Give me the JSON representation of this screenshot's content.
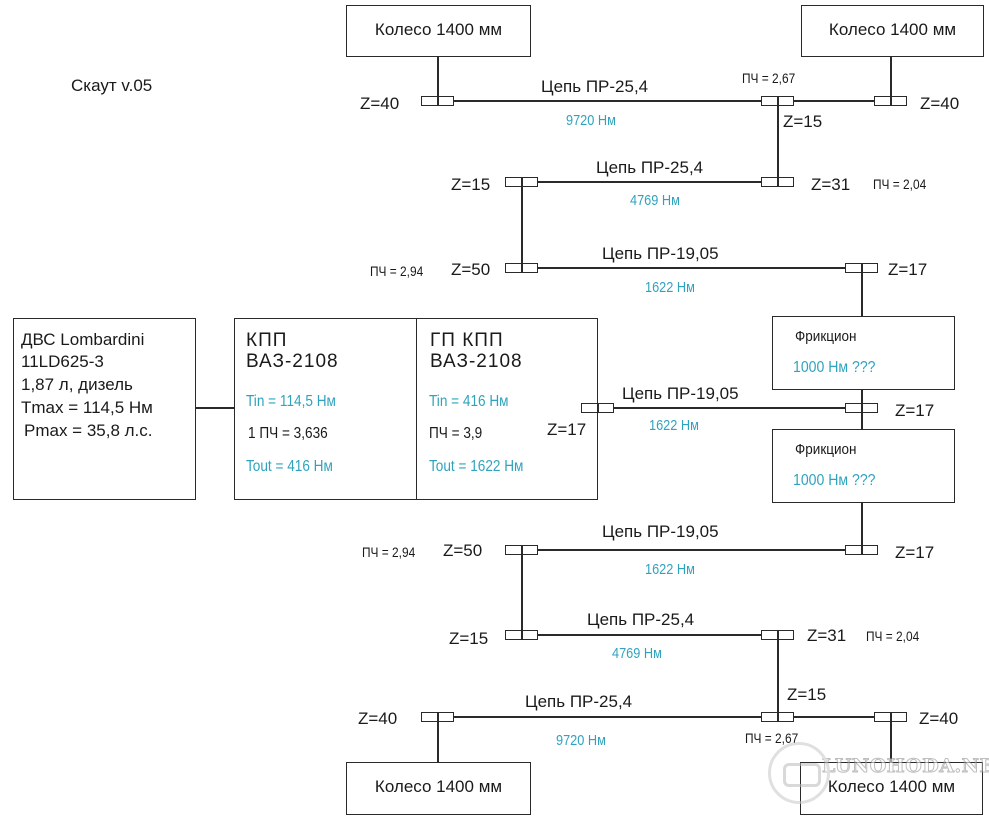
{
  "title": "Скаут v.05",
  "colors": {
    "line": "#2a2a2a",
    "torque": "#2fa3bd",
    "text": "#1a1a1a"
  },
  "wheels": {
    "label": "Колесо 1400 мм"
  },
  "engine": {
    "lines": [
      "ДВС Lombardini",
      "11LD625-3",
      "1,87 л, дизель",
      "Tmax = 114,5 Нм",
      "Pmax = 35,8 л.с."
    ]
  },
  "gearbox": {
    "title": "КПП",
    "model": "ВАЗ-2108",
    "tin": "Tin = 114,5 Нм",
    "ratio": "1 ПЧ = 3,636",
    "tout": "Tout = 416 Нм"
  },
  "final_drive": {
    "title": "ГП КПП",
    "model": "ВАЗ-2108",
    "tin": "Tin = 416 Нм",
    "ratio": "ПЧ = 3,9",
    "tout": "Tout = 1622 Нм"
  },
  "clutch": {
    "title": "Фрикцион",
    "torque": "1000 Нм ???"
  },
  "chains": {
    "c254": "Цепь ПР-25,4",
    "c1905": "Цепь ПР-19,05"
  },
  "torques": {
    "t9720": "9720 Нм",
    "t4769": "4769 Нм",
    "t1622": "1622 Нм"
  },
  "teeth": {
    "z40": "Z=40",
    "z15": "Z=15",
    "z31": "Z=31",
    "z50": "Z=50",
    "z17": "Z=17"
  },
  "ratios": {
    "r267": "ПЧ = 2,67",
    "r204": "ПЧ = 2,04",
    "r294": "ПЧ = 2,94"
  },
  "watermark": "LUNOHODA.NET"
}
